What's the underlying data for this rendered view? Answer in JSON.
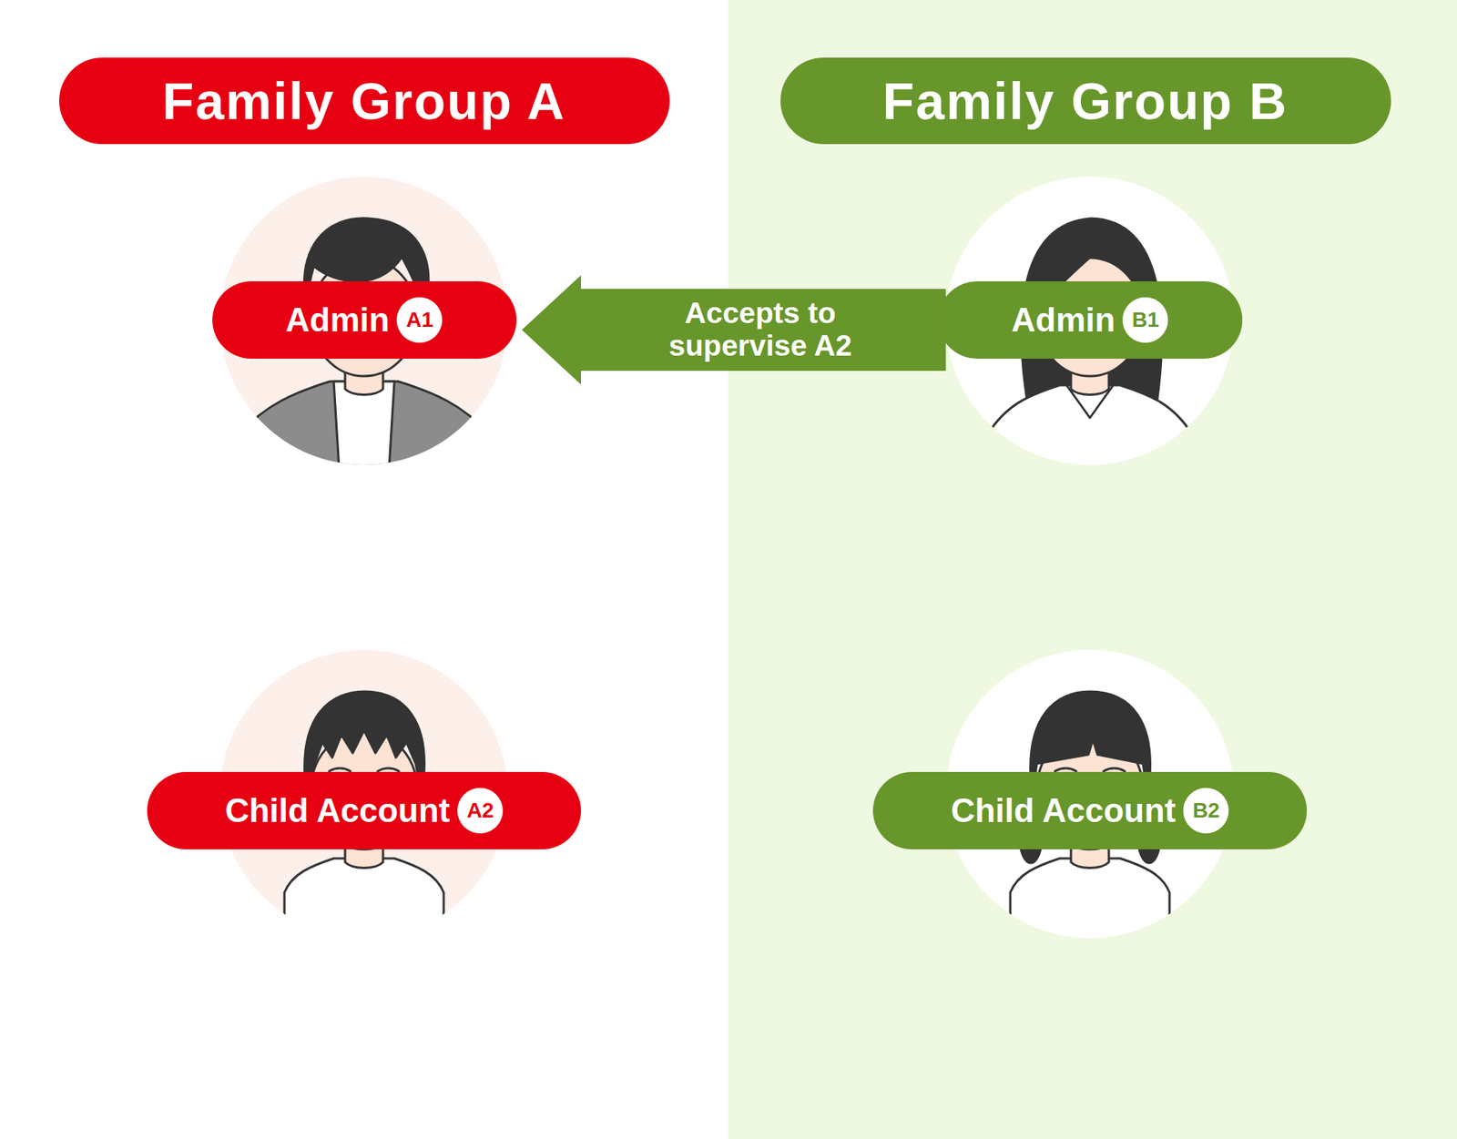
{
  "diagram": {
    "nodes": [
      {
        "text": [
          "Family Group A"
        ]
      },
      {
        "text": [
          "Admin",
          "A1"
        ],
        "in": 0
      },
      {
        "text": [
          "Child Account",
          "A2"
        ],
        "in": 0
      },
      {
        "text": [
          "Family Group B"
        ]
      },
      {
        "text": [
          "Admin",
          "B1"
        ],
        "in": 3
      },
      {
        "text": [
          "Child Account",
          "B2"
        ],
        "in": 3
      }
    ],
    "edges": [
      {
        "from": 4,
        "to": 1,
        "label": "Accepts to supervise A2",
        "arrow": "to"
      }
    ]
  }
}
